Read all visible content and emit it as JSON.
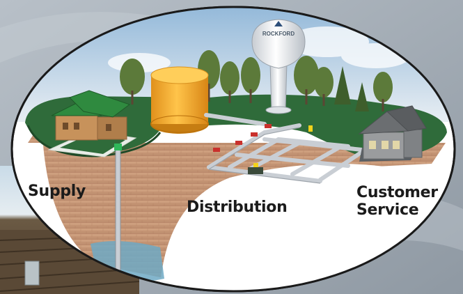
{
  "labels": {
    "supply": "Supply",
    "distribution": "Distribution",
    "customer_line1": "Customer",
    "customer_line2": "Service"
  },
  "tower_text": "ROCKFORD",
  "colors": {
    "background": "#aab3bb",
    "grass": "#2f6b3a",
    "soil": "#c79a76",
    "pipe": "#c9ced4",
    "tank": "#f0a62a",
    "water": "#6fa9c4",
    "valve_red": "#c9302c",
    "hydrant_yellow": "#f2d21b"
  }
}
